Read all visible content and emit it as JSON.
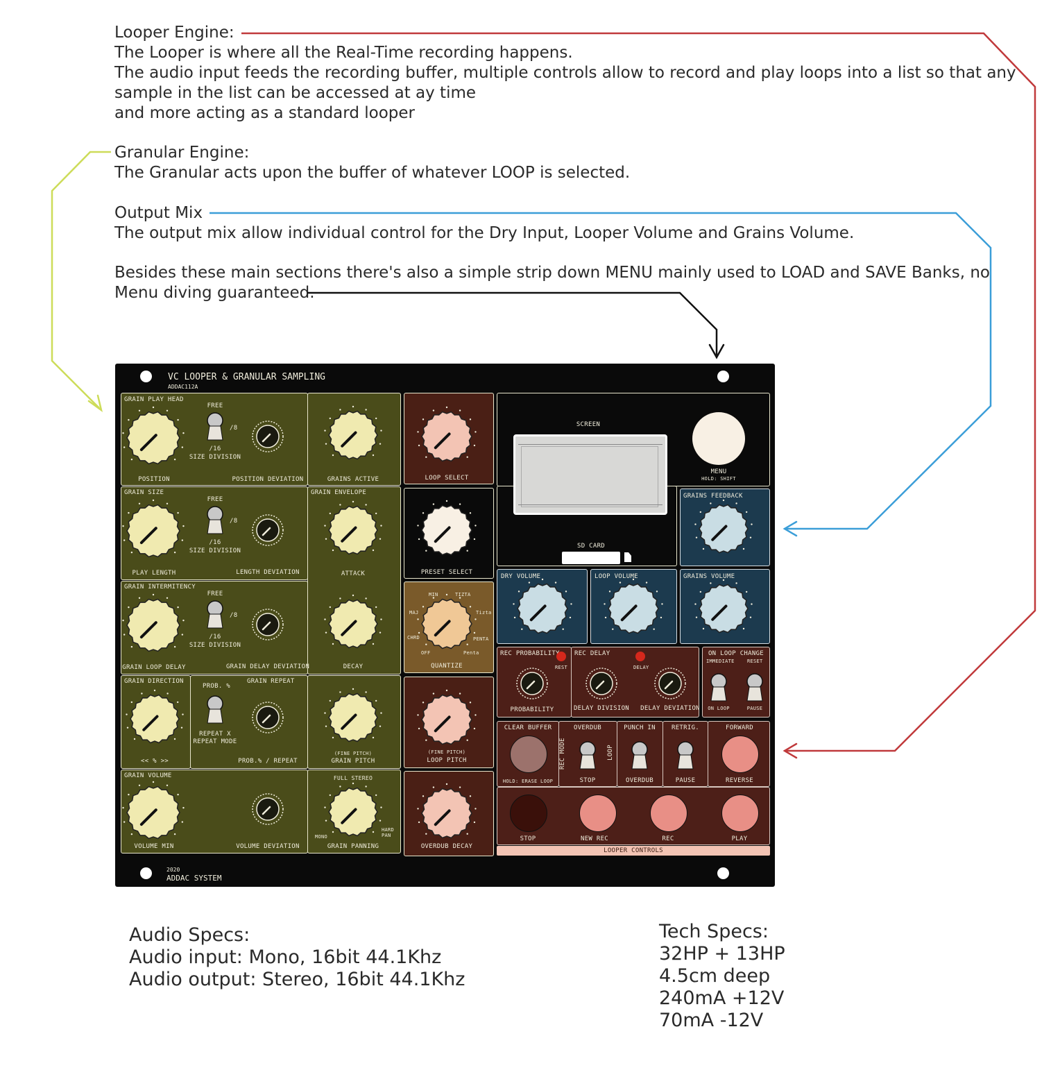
{
  "annotations": {
    "looper": {
      "heading": "Looper Engine:",
      "lines": [
        "The Looper is where all the Real-Time recording happens.",
        "The audio input feeds the recording buffer, multiple controls allow to record and play loops into a list so that any",
        "sample in the list can be accessed at ay time",
        "and more acting as a standard looper"
      ]
    },
    "granular": {
      "heading": "Granular Engine:",
      "lines": [
        "The Granular acts upon the buffer of whatever LOOP is selected."
      ]
    },
    "output": {
      "heading": "Output Mix",
      "lines": [
        "The output mix allow individual control for the Dry Input, Looper Volume and Grains Volume."
      ]
    },
    "menu": {
      "lines": [
        "Besides these main sections there's also a  simple strip down MENU mainly used to LOAD and SAVE Banks, no",
        "Menu diving guaranteed."
      ]
    }
  },
  "audio_specs": {
    "heading": "Audio Specs:",
    "lines": [
      "Audio input: Mono, 16bit 44.1Khz",
      "Audio output: Stereo, 16bit 44.1Khz"
    ]
  },
  "tech_specs": {
    "heading": "Tech Specs:",
    "lines": [
      "32HP + 13HP",
      "4.5cm deep",
      "240mA +12V",
      "70mA -12V"
    ]
  },
  "colors": {
    "looper_arrow": "#c0393b",
    "granular_arrow": "#cddc59",
    "output_arrow": "#3b9ed8",
    "menu_arrow": "#111111",
    "olive": "#4a4c1a",
    "brown": "#4a1f15",
    "blue": "#1c3a4e",
    "cream_knob": "#f0eab0",
    "pink_knob": "#f3c4b4",
    "light_blue_knob": "#c9dde4"
  },
  "panel": {
    "title": "VC LOOPER & GRANULAR SAMPLING",
    "model": "ADDAC112A",
    "year": "2020",
    "brand": "ADDAC SYSTEM",
    "grain_play_head": "GRAIN PLAY HEAD",
    "free1": "FREE",
    "div8_1": "/8",
    "div16_1": "/16",
    "size_division1": "SIZE DIVISION",
    "position": "POSITION",
    "position_deviation": "POSITION DEVIATION",
    "grains_active": "GRAINS ACTIVE",
    "grain_size": "GRAIN SIZE",
    "free2": "FREE",
    "div8_2": "/8",
    "div16_2": "/16",
    "size_division2": "SIZE DIVISION",
    "play_length": "PLAY LENGTH",
    "length_deviation": "LENGTH DEVIATION",
    "grain_envelope": "GRAIN ENVELOPE",
    "attack": "ATTACK",
    "grain_intermitency": "GRAIN INTERMITENCY",
    "free3": "FREE",
    "div8_3": "/8",
    "div16_3": "/16",
    "size_division3": "SIZE DIVISION",
    "grain_loop_delay": "GRAIN LOOP DELAY",
    "grain_delay_deviation": "GRAIN DELAY DEVIATION",
    "decay": "DECAY",
    "grain_direction": "GRAIN DIRECTION",
    "direction_scale": "<<  %  >>",
    "prob_pct": "PROB. %",
    "grain_repeat": "GRAIN REPEAT",
    "repeat_x": "REPEAT X",
    "repeat_mode": "REPEAT MODE",
    "prob_repeat": "PROB.% / REPEAT",
    "fine_pitch1": "(FINE PITCH)",
    "grain_pitch": "GRAIN PITCH",
    "grain_volume": "GRAIN VOLUME",
    "volume_min": "VOLUME MIN",
    "volume_deviation": "VOLUME DEVIATION",
    "full_stereo": "FULL STEREO",
    "mono": "MONO",
    "hard_pan": "HARD PAN",
    "grain_panning": "GRAIN PANNING",
    "loop_select": "LOOP SELECT",
    "preset_select": "PRESET SELECT",
    "quantize": "QUANTIZE",
    "q_min": "MIN",
    "q_tizta": "TIZTA",
    "q_maj": "MAJ",
    "q_tizta2": "Tizta",
    "q_chrd": "CHRD",
    "q_penta": "PENTA",
    "q_off": "OFF",
    "q_penta2": "Penta",
    "fine_pitch2": "(FINE PITCH)",
    "loop_pitch": "LOOP PITCH",
    "overdub_decay": "OVERDUB DECAY",
    "screen": "SCREEN",
    "menu": "MENU",
    "hold_shift": "HOLD: SHIFT",
    "sd_card": "SD CARD",
    "grains_feedback": "GRAINS FEEDBACK",
    "dry_volume": "DRY VOLUME",
    "loop_volume": "LOOP VOLUME",
    "grains_volume": "GRAINS VOLUME",
    "rec_probability": "REC PROBABILITY",
    "rest": "REST",
    "probability": "PROBABILITY",
    "rec_delay": "REC DELAY",
    "delay": "DELAY",
    "delay_division": "DELAY DIVISION",
    "delay_deviation": "DELAY DEVIATION",
    "on_loop_change": "ON LOOP CHANGE",
    "immediate": "IMMEDIATE",
    "reset": "RESET",
    "on_loop": "ON LOOP",
    "pause1": "PAUSE",
    "clear_buffer": "CLEAR BUFFER",
    "hold_erase": "HOLD: ERASE LOOP",
    "overdub": "OVERDUB",
    "rec_mode": "REC MODE",
    "loop": "LOOP",
    "stop1": "STOP",
    "punch_in": "PUNCH IN",
    "overdub2": "OVERDUB",
    "retrig": "RETRIG.",
    "pause2": "PAUSE",
    "forward": "FORWARD",
    "reverse": "REVERSE",
    "stop2": "STOP",
    "new_rec": "NEW REC",
    "rec": "REC",
    "play": "PLAY",
    "looper_controls": "LOOPER CONTROLS"
  }
}
